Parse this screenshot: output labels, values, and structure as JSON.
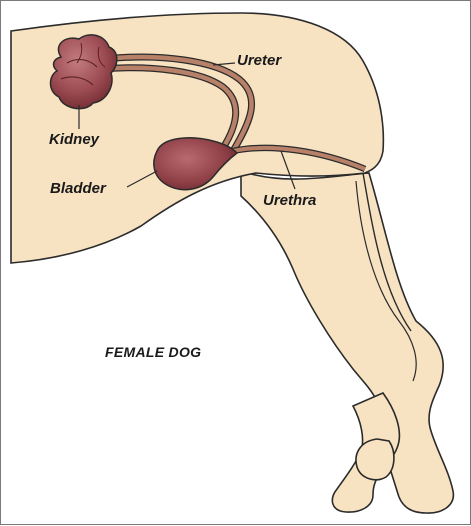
{
  "diagram": {
    "title": "FEMALE DOG",
    "labels": {
      "ureter": "Ureter",
      "kidney": "Kidney",
      "bladder": "Bladder",
      "urethra": "Urethra"
    },
    "colors": {
      "body_fill": "#f7e2c2",
      "outline": "#2b2b2b",
      "organ_fill": "#9c4b52",
      "organ_dark": "#6e2a30",
      "duct_fill": "#b78069"
    }
  }
}
